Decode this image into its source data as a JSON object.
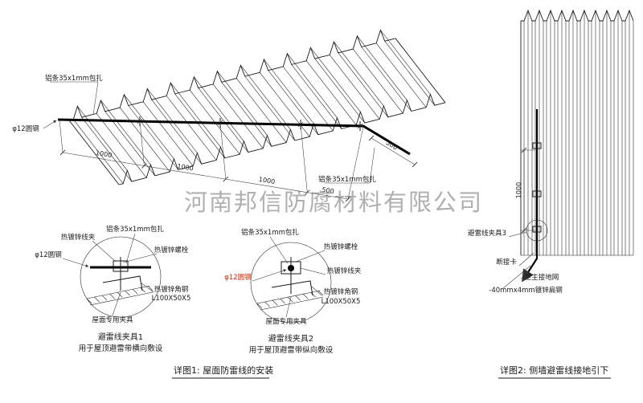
{
  "watermark": "河南邦信防腐材料有限公司",
  "colors": {
    "line": "#1a1a1a",
    "red_label": "#cc2200",
    "watermark": "#9a9a9a"
  },
  "roof": {
    "label_alu_top": "铝条35x1mm包扎",
    "label_alu_right": "铝条35x1mm包扎",
    "label_round_steel": "φ12圆钢",
    "dims": [
      "1000",
      "1000",
      "1000",
      "500"
    ],
    "dim_depth": "500",
    "caption": "详图1: 屋面防雷线的安装"
  },
  "detail1": {
    "label_wire_clamp": "热镀锌线夹",
    "label_alu": "铝条35x1mm包扎",
    "label_bolt": "热镀锌螺栓",
    "label_round_steel": "φ12圆钢",
    "label_angle_steel": "热镀锌角钢",
    "label_angle_spec": "L100X50X5",
    "label_roof_clamp": "屋面专用夹具",
    "title": "避雷线夹具1",
    "subtitle": "用于屋顶避雷带横向敷设"
  },
  "detail2": {
    "label_alu": "铝条35x1mm包扎",
    "label_bolt": "热镀锌螺栓",
    "label_wire_clamp": "热镀锌线夹",
    "label_round_steel": "φ12圆钢",
    "label_angle_steel": "热镀锌角钢",
    "label_angle_spec": "L100X50X5",
    "label_roof_clamp": "屋面专用夹具",
    "title": "避雷线夹具2",
    "subtitle": "用于屋顶避雷带纵向敷设"
  },
  "wall": {
    "dim_height": "1000",
    "label_clamp3": "避雷线夹具3",
    "label_disconnect": "断接卡",
    "label_to_ground": "至主接地网",
    "label_flat_steel": "-40mmx4mm镀锌扁钢",
    "caption": "详图2: 侧墙避雷线接地引下"
  }
}
